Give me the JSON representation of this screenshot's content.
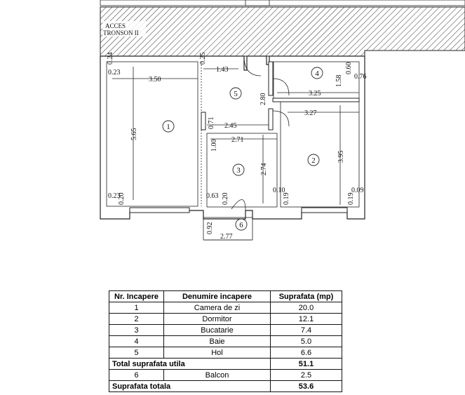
{
  "plan": {
    "access_label_1": "ACCES",
    "access_label_2": "TRONSON II",
    "room_numbers": [
      "1",
      "2",
      "3",
      "4",
      "5",
      "6"
    ],
    "dimensions": [
      "0.24",
      "0.23",
      "3.50",
      "0.25",
      "1.43",
      "5.65",
      "0.60",
      "0.76",
      "1.58",
      "3.25",
      "2.80",
      "3.27",
      "0.71",
      "2.45",
      "1.00",
      "2.71",
      "3.95",
      "2.74",
      "0.23",
      "0.20",
      "0.63",
      "0.20",
      "0.10",
      "0.19",
      "0.09",
      "0.19",
      "0.92",
      "2.77"
    ]
  },
  "table": {
    "headers": [
      "Nr. Incapere",
      "Denumire incapere",
      "Suprafata (mp)"
    ],
    "rows": [
      {
        "nr": "1",
        "name": "Camera de zi",
        "area": "20.0"
      },
      {
        "nr": "2",
        "name": "Dormitor",
        "area": "12.1"
      },
      {
        "nr": "3",
        "name": "Bucatarie",
        "area": "7.4"
      },
      {
        "nr": "4",
        "name": "Baie",
        "area": "5.0"
      },
      {
        "nr": "5",
        "name": "Hol",
        "area": "6.6"
      }
    ],
    "total_utila_label": "Total suprafata utila",
    "total_utila_value": "51.1",
    "balcon": {
      "nr": "6",
      "name": "Balcon",
      "area": "2.5"
    },
    "total_label": "Suprafata totala",
    "total_value": "53.6"
  }
}
